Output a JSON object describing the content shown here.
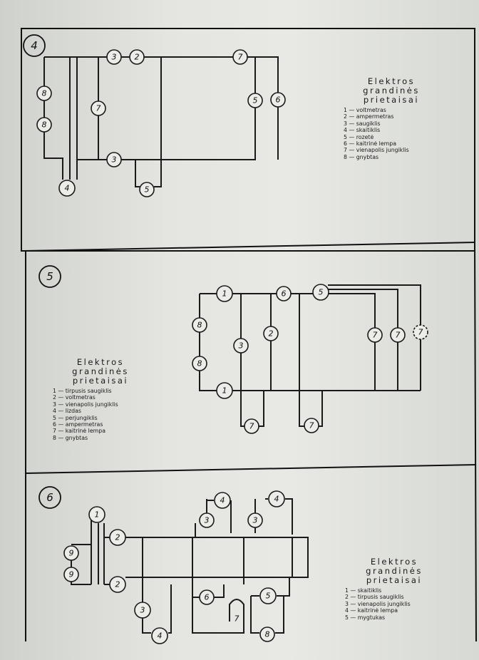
{
  "panels": [
    {
      "number": "4",
      "legend": {
        "title": [
          "Elektros",
          "grandinės",
          "prietaisai"
        ],
        "items": [
          "1 — voltmetras",
          "2 — ampermetras",
          "3 — saugiklis",
          "4 — skaitiklis",
          "5 — rozetė",
          "6 — kaitrinė lempa",
          "7 — vienapolis jungiklis",
          "8 — gnybtas"
        ]
      },
      "nodes": [
        "3",
        "2",
        "7",
        "8",
        "8",
        "7",
        "5",
        "6",
        "3",
        "4",
        "5"
      ]
    },
    {
      "number": "5",
      "legend": {
        "title": [
          "Elektros",
          "grandinės",
          "prietaisai"
        ],
        "items": [
          "1 — tirpusis saugiklis",
          "2 — voltmetras",
          "3 — vienapolis jungiklis",
          "4 — lizdas",
          "5 — perjungiklis",
          "6 — ampermetras",
          "7 — kaitrinė lempa",
          "8 — gnybtas"
        ]
      },
      "nodes": [
        "1",
        "6",
        "5",
        "8",
        "2",
        "3",
        "7",
        "7",
        "7",
        "8",
        "1",
        "7",
        "7"
      ]
    },
    {
      "number": "6",
      "legend": {
        "title": [
          "Elektros",
          "grandinės",
          "prietaisai"
        ],
        "items": [
          "1 — skaitiklis",
          "2 — tirpusis saugiklis",
          "3 — vienapolis jungiklis",
          "4 — kaitrinė lempa",
          "5 — mygtukas"
        ]
      },
      "nodes": [
        "1",
        "4",
        "4",
        "3",
        "3",
        "2",
        "9",
        "9",
        "2",
        "6",
        "5",
        "3",
        "7",
        "4",
        "8"
      ]
    }
  ]
}
